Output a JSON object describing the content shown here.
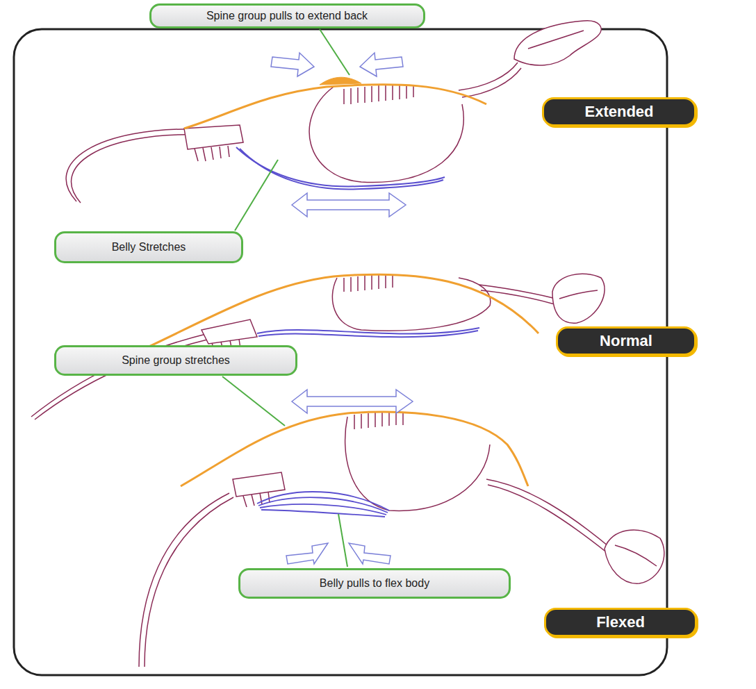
{
  "diagram": {
    "nodes": [
      {
        "text": [
          "Spine group pulls to extend back"
        ]
      },
      {
        "text": [
          "Extended"
        ]
      },
      {
        "text": [
          "Belly Stretches"
        ]
      },
      {
        "text": [
          "Normal"
        ]
      },
      {
        "text": [
          "Spine group stretches"
        ]
      },
      {
        "text": [
          "Belly pulls to flex body"
        ]
      },
      {
        "text": [
          "Flexed"
        ]
      }
    ]
  }
}
